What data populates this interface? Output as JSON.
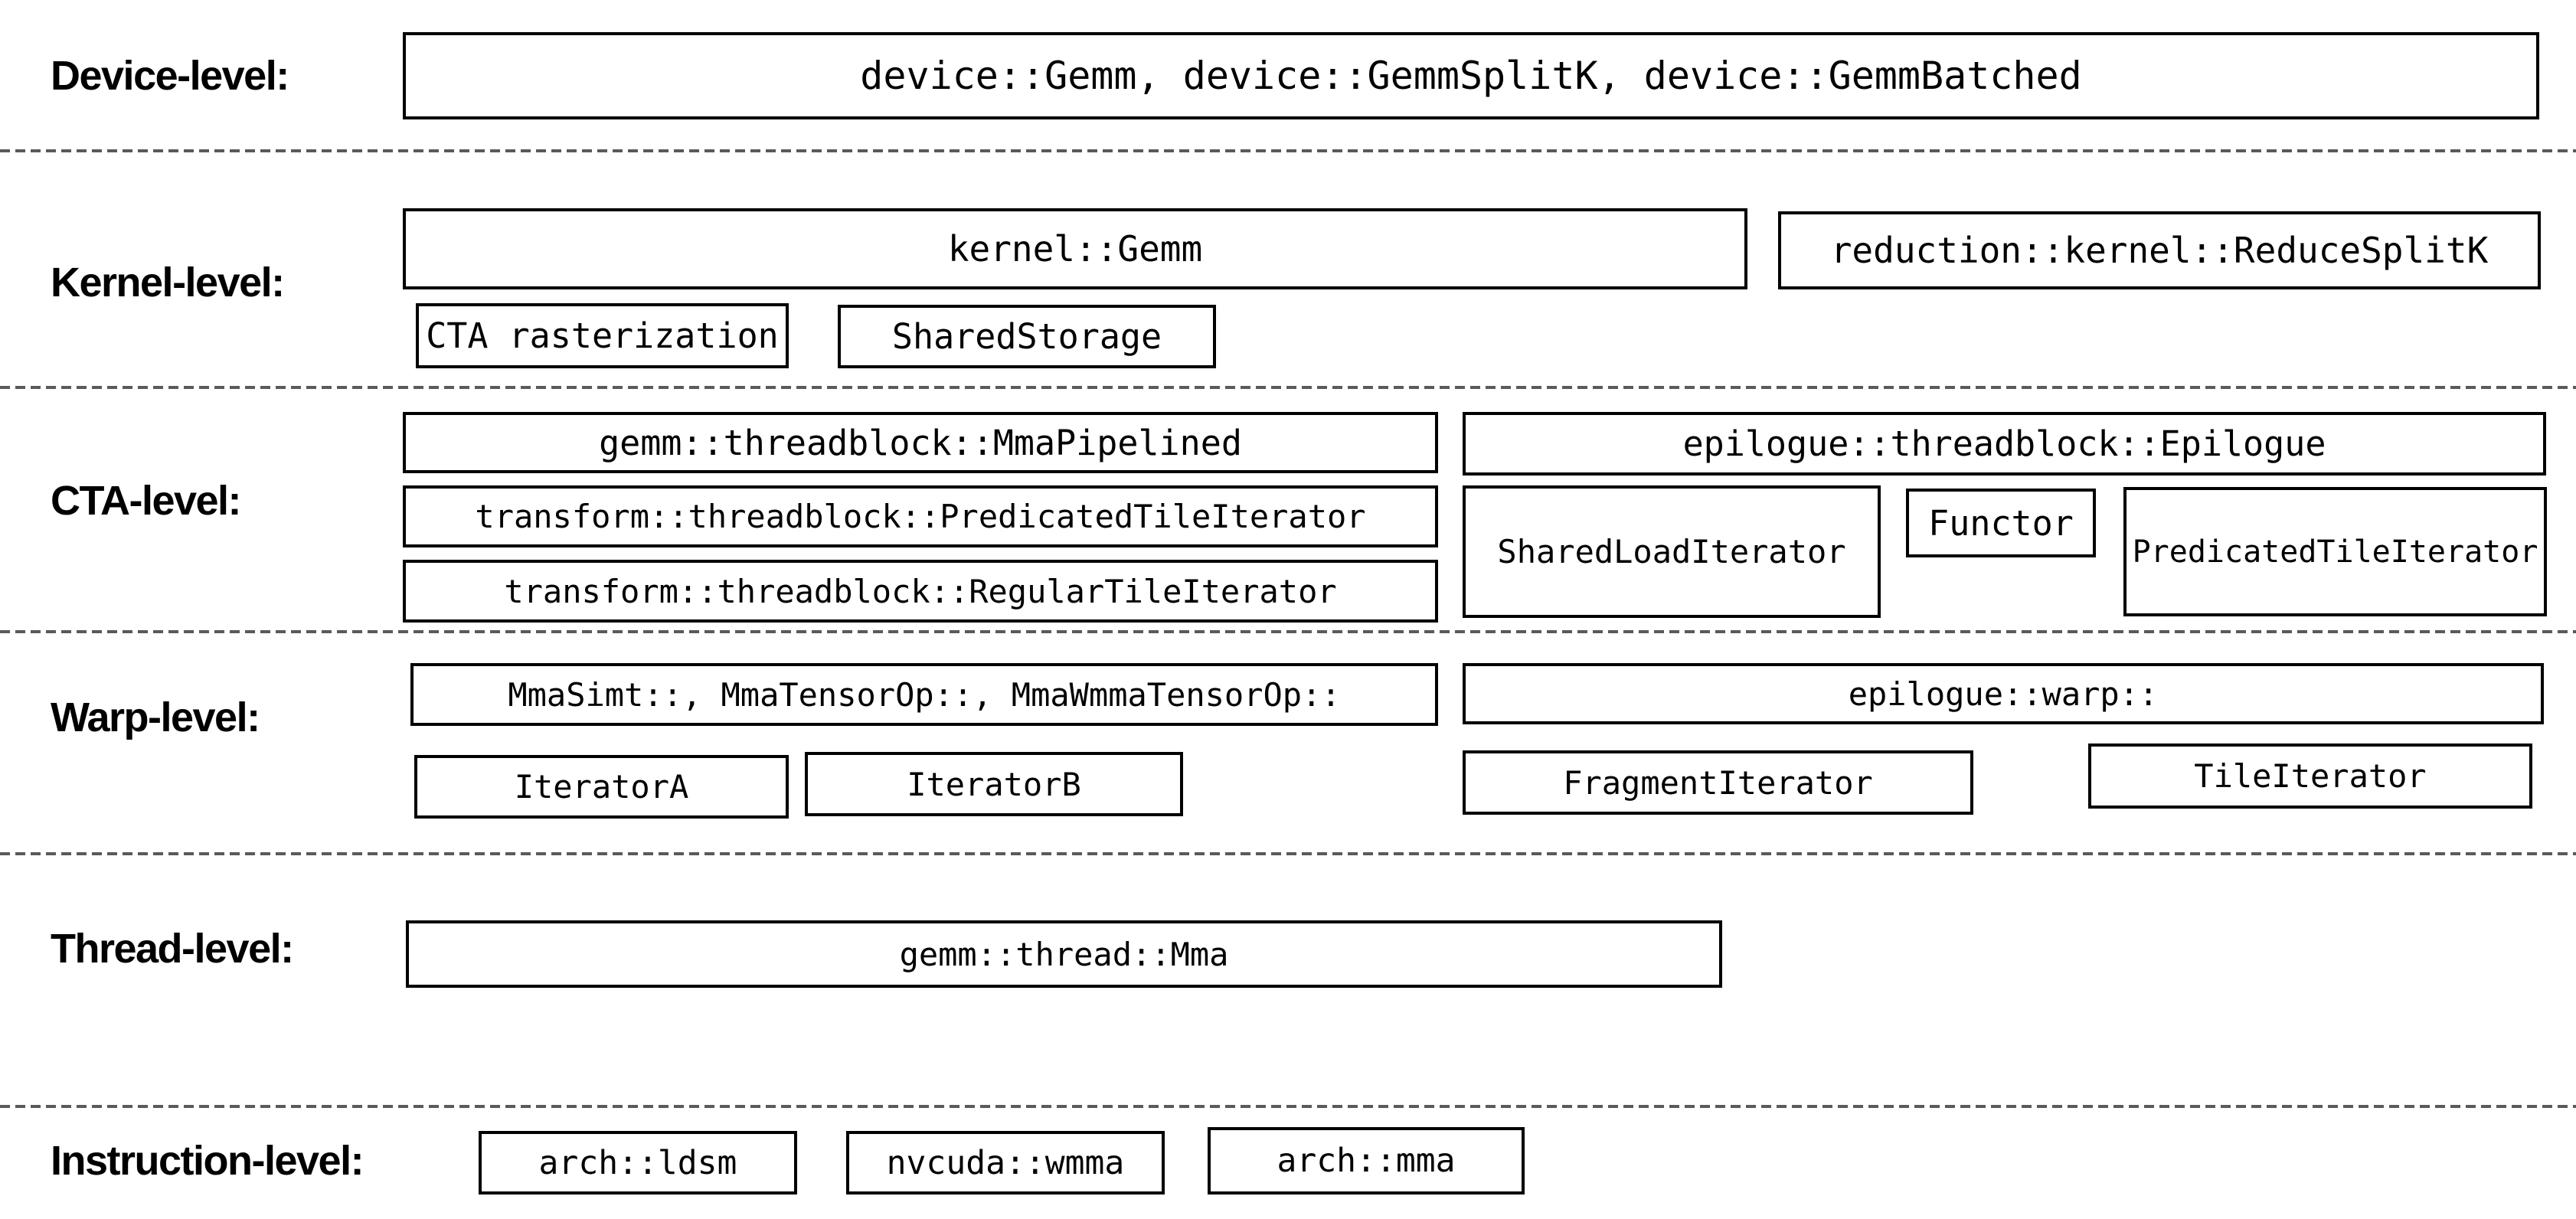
{
  "title": "CUTLASS GEMM hierarchy diagram",
  "colors": {
    "background": "#ffffff",
    "box_border": "#000000",
    "text": "#000000",
    "divider": "#5a5a5a"
  },
  "levels": [
    {
      "label": "Device-level:",
      "boxes": [
        {
          "text": "device::Gemm, device::GemmSplitK, device::GemmBatched"
        }
      ]
    },
    {
      "label": "Kernel-level:",
      "boxes": [
        {
          "text": "kernel::Gemm"
        },
        {
          "text": "reduction::kernel::ReduceSplitK"
        },
        {
          "text": "CTA rasterization"
        },
        {
          "text": "SharedStorage"
        }
      ]
    },
    {
      "label": "CTA-level:",
      "boxes": [
        {
          "text": "gemm::threadblock::MmaPipelined"
        },
        {
          "text": "transform::threadblock::PredicatedTileIterator"
        },
        {
          "text": "transform::threadblock::RegularTileIterator"
        },
        {
          "text": "epilogue::threadblock::Epilogue"
        },
        {
          "text": "SharedLoadIterator"
        },
        {
          "text": "Functor"
        },
        {
          "text": "PredicatedTileIterator"
        }
      ]
    },
    {
      "label": "Warp-level:",
      "boxes": [
        {
          "text": "MmaSimt::, MmaTensorOp::, MmaWmmaTensorOp::"
        },
        {
          "text": "IteratorA"
        },
        {
          "text": "IteratorB"
        },
        {
          "text": "epilogue::warp::"
        },
        {
          "text": "FragmentIterator"
        },
        {
          "text": "TileIterator"
        }
      ]
    },
    {
      "label": "Thread-level:",
      "boxes": [
        {
          "text": "gemm::thread::Mma"
        }
      ]
    },
    {
      "label": "Instruction-level:",
      "boxes": [
        {
          "text": "arch::ldsm"
        },
        {
          "text": "nvcuda::wmma"
        },
        {
          "text": "arch::mma"
        }
      ]
    }
  ]
}
